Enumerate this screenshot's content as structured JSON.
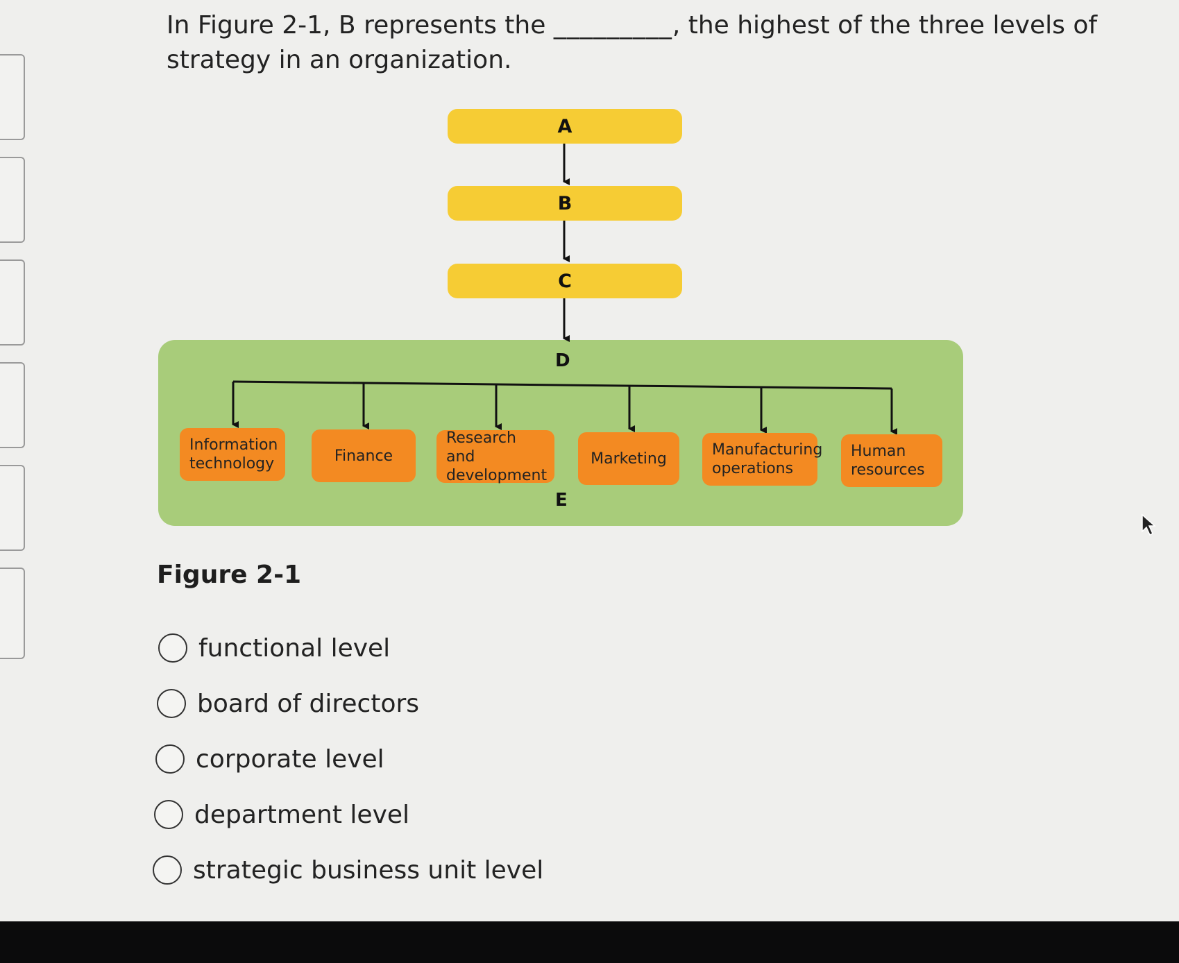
{
  "question": {
    "text_before": "In Figure 2-1, B represents the",
    "blank": "_________",
    "text_after": ", the highest of the three levels of strategy in an organization."
  },
  "figure": {
    "caption": "Figure 2-1",
    "levels": {
      "a": "A",
      "b": "B",
      "c": "C",
      "d": "D",
      "e": "E"
    },
    "functions": [
      "Information technology",
      "Finance",
      "Research and development",
      "Marketing",
      "Manufacturing operations",
      "Human resources"
    ],
    "colors": {
      "yellow": "#f6cc34",
      "green": "#a8cc7a",
      "orange": "#f38a22"
    }
  },
  "options": [
    "functional level",
    "board of directors",
    "corporate level",
    "department level",
    "strategic business unit level"
  ]
}
